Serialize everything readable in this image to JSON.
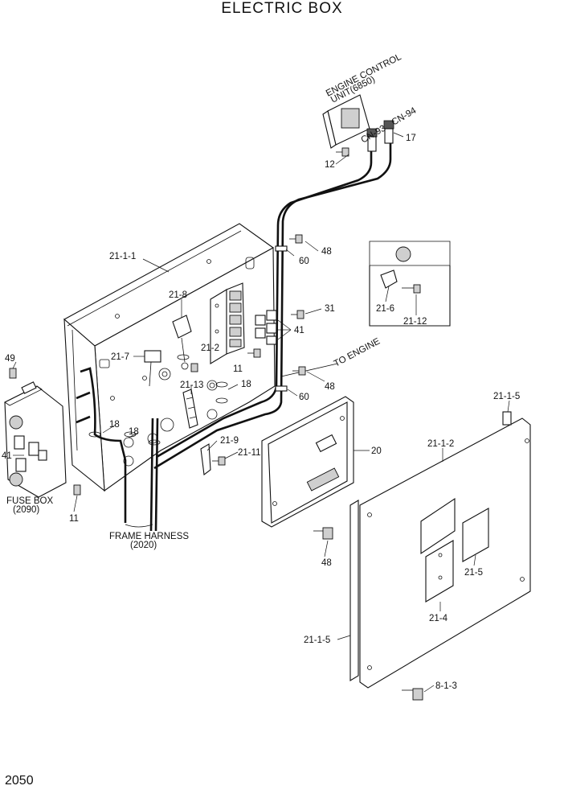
{
  "title": "ELECTRIC BOX",
  "page_number": "2050",
  "ecu_label": [
    "ENGINE CONTROL",
    "UNIT(6850)"
  ],
  "connector_labels": [
    "CN-93",
    "CN-94"
  ],
  "callouts": {
    "c_21_1_1": "21-1-1",
    "c_21_8": "21-8",
    "c_21_7": "21-7",
    "c_21_2": "21-2",
    "c_21_13": "21-13",
    "c_21_9": "21-9",
    "c_21_11": "21-11",
    "c_21_6": "21-6",
    "c_21_12": "21-12",
    "c_21_1_5_top": "21-1-5",
    "c_21_1_2": "21-1-2",
    "c_21_5": "21-5",
    "c_21_4": "21-4",
    "c_21_1_5_bottom": "21-1-5",
    "c_8_1_3": "8-1-3",
    "c_12": "12",
    "c_17": "17",
    "c_48_a": "48",
    "c_60_a": "60",
    "c_31": "31",
    "c_41_a": "41",
    "c_11_a": "11",
    "c_18_a": "18",
    "c_48_b": "48",
    "c_60_b": "60",
    "c_20": "20",
    "c_48_c": "48",
    "c_49": "49",
    "c_41_b": "41",
    "c_18_b": "18",
    "c_18_c": "18",
    "c_11_b": "11"
  },
  "to_engine": "TO ENGINE",
  "fuse_box": [
    "FUSE BOX",
    "(2090)"
  ],
  "frame_harness": [
    "FRAME HARNESS",
    "(2020)"
  ]
}
